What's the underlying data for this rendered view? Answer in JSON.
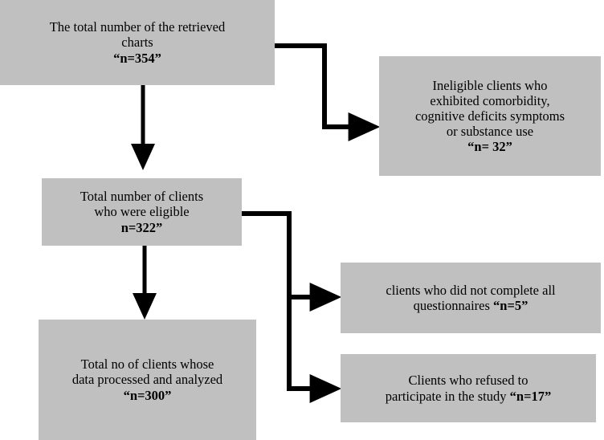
{
  "figure": {
    "type": "flowchart",
    "orientation": "top-down-with-right-exclusions",
    "box_fill_color": "#c0c0c0",
    "connector_color": "#000000",
    "background_color": "#ffffff"
  },
  "nodes": {
    "retrieved_charts": {
      "line1": "The total number of the retrieved",
      "line2": "charts",
      "n_label": "“n=354”",
      "n_value": 354
    },
    "ineligible": {
      "line1": "Ineligible clients who",
      "line2": "exhibited comorbidity,",
      "line3": "cognitive deficits symptoms",
      "line4": "or substance use",
      "n_label": "“n= 32”",
      "n_value": 32
    },
    "eligible": {
      "line1": "Total number of clients",
      "line2": "who were eligible",
      "n_label": "n=322”",
      "n_value": 322
    },
    "incomplete": {
      "line1": "clients who did not complete all",
      "line2_prefix": "questionnaires ",
      "n_label": "“n=5”",
      "n_value": 5
    },
    "refused": {
      "line1": "Clients who refused to",
      "line2_prefix": "participate in the study ",
      "n_label": "“n=17”",
      "n_value": 17
    },
    "analyzed": {
      "line1": "Total no of clients whose",
      "line2": "data processed and analyzed",
      "n_label": "“n=300”",
      "n_value": 300
    }
  },
  "connectors": [
    {
      "id": "retrieved-to-eligible",
      "kind": "arrow-down",
      "from": "retrieved_charts",
      "to": "eligible"
    },
    {
      "id": "retrieved-to-ineligible",
      "kind": "arrow-elbow",
      "from": "retrieved_charts",
      "to": "ineligible"
    },
    {
      "id": "eligible-to-analyzed",
      "kind": "arrow-down",
      "from": "eligible",
      "to": "analyzed"
    },
    {
      "id": "eligible-to-incomplete",
      "kind": "arrow-elbow",
      "from": "eligible",
      "to": "incomplete"
    },
    {
      "id": "eligible-to-refused",
      "kind": "arrow-elbow",
      "from": "eligible",
      "to": "refused"
    }
  ]
}
